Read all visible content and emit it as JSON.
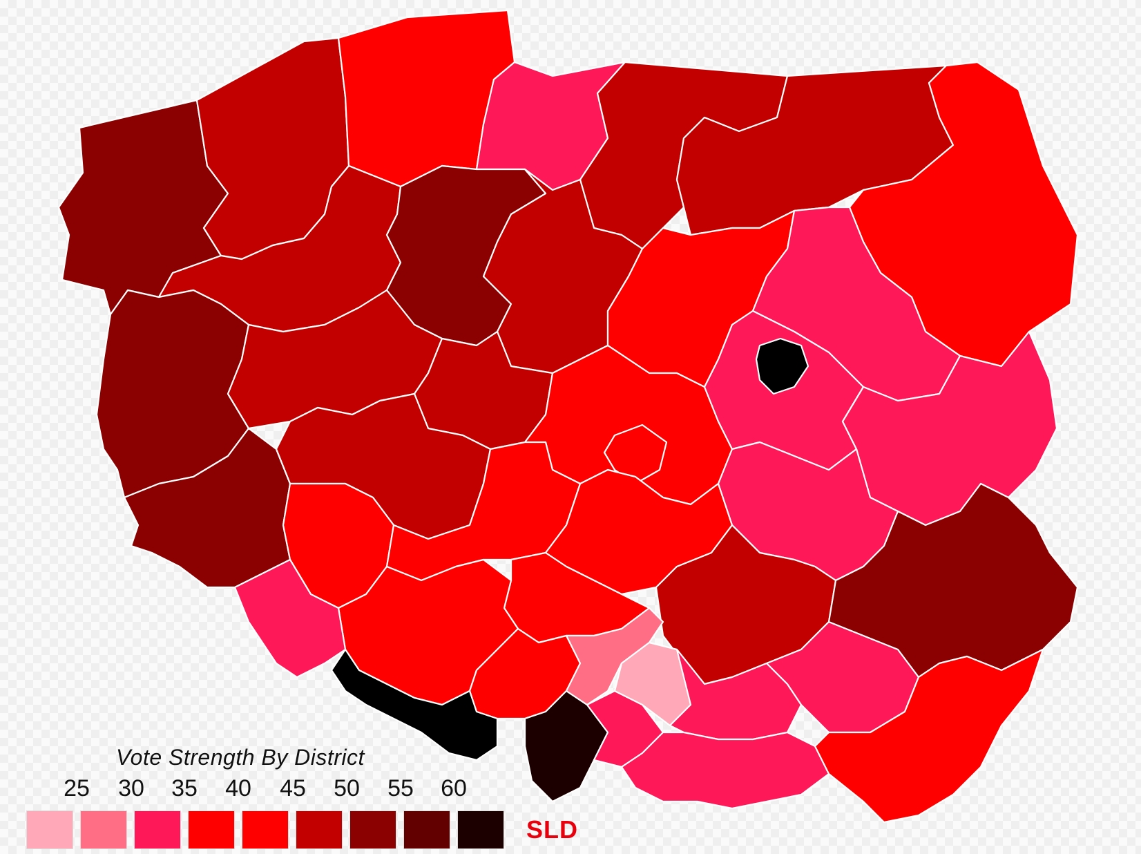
{
  "legend": {
    "title": "Vote Strength By District",
    "ticks": [
      "25",
      "30",
      "35",
      "40",
      "45",
      "50",
      "55",
      "60"
    ],
    "colors": [
      "#ffa9b8",
      "#ff6e84",
      "#ff1858",
      "#ff0000",
      "#ff0000",
      "#c20000",
      "#8b0000",
      "#620000",
      "#1c0000"
    ],
    "party": "SLD"
  },
  "map": {
    "country": "Poland",
    "region_unit": "district",
    "district_colors_in_order": [
      "#8b0000",
      "#c20000",
      "#ff0000",
      "#ff1858",
      "#c20000",
      "#c20000",
      "#ff0000",
      "#c20000",
      "#8b0000",
      "#c20000",
      "#ff0000",
      "#ff1858",
      "#8b0000",
      "#8b0000",
      "#ff0000",
      "#c20000",
      "#c20000",
      "#ff0000",
      "#ff0000",
      "#c20000",
      "#ff1858",
      "#ff0000",
      "#ff0000",
      "#ff0000",
      "#ff1858",
      "#ff1858",
      "#c20000",
      "#ff0000",
      "#ff0000",
      "#ff0000",
      "#1c0000",
      "#ff1858",
      "#ff6e84",
      "#ffa9b8",
      "#ff1858",
      "#ff1858",
      "#ff1858",
      "#8b0000",
      "#ff0000",
      "#ff1858"
    ]
  }
}
